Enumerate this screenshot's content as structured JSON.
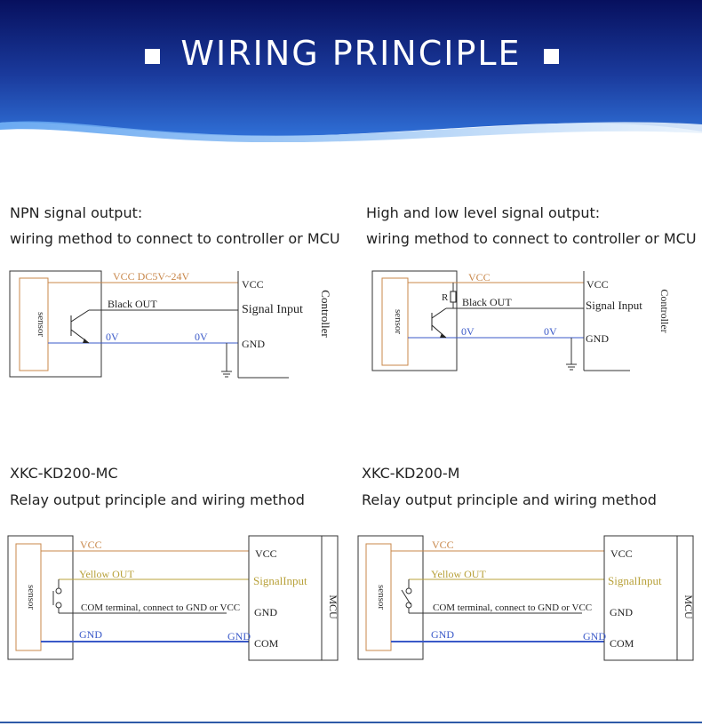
{
  "banner": {
    "title": "WIRING PRINCIPLE",
    "colors": {
      "dark": "#07105e",
      "mid": "#1c3fa8",
      "light": "#3b7be0"
    }
  },
  "sections": [
    {
      "title": "NPN signal output:",
      "subtitle": "wiring method to connect to controller or MCU",
      "diagram": {
        "sensor": "sensor",
        "vcc_line": "VCC  DC5V~24V",
        "out_line": "Black OUT",
        "zero_left": "0V",
        "zero_right": "0V",
        "right_vcc": "VCC",
        "right_signal": "Signal Input",
        "right_gnd": "GND",
        "device": "Controller"
      }
    },
    {
      "title": "High and low level signal output:",
      "subtitle": "wiring method to connect to controller or MCU",
      "diagram": {
        "sensor": "sensor",
        "resistor": "R",
        "vcc_line": "VCC",
        "out_line": "Black OUT",
        "zero_left": "0V",
        "zero_right": "0V",
        "right_vcc": "VCC",
        "right_signal": "Signal Input",
        "right_gnd": "GND",
        "device": "Controller"
      }
    },
    {
      "title": "XKC-KD200-MC",
      "subtitle": "Relay output principle and wiring method",
      "diagram": {
        "sensor": "sensor",
        "vcc_line": "VCC",
        "out_line": "Yellow OUT",
        "com_line": "COM terminal, connect to GND or VCC",
        "gnd_line": "GND",
        "gnd_right": "GND",
        "box_vcc": "VCC",
        "box_signal": "SignalInput",
        "box_gnd": "GND",
        "box_com": "COM",
        "device": "MCU"
      }
    },
    {
      "title": "XKC-KD200-M",
      "subtitle": "Relay output principle and wiring method",
      "diagram": {
        "sensor": "sensor",
        "vcc_line": "VCC",
        "out_line": "Yellow OUT",
        "com_line": "COM terminal, connect to GND or VCC",
        "gnd_line": "GND",
        "gnd_right": "GND",
        "box_vcc": "VCC",
        "box_signal": "SignalInput",
        "box_gnd": "GND",
        "box_com": "COM",
        "device": "MCU"
      }
    }
  ],
  "colors": {
    "orange": "#c8874a",
    "yellow": "#b8a13a",
    "blue": "#3a59c8",
    "black": "#222222"
  }
}
